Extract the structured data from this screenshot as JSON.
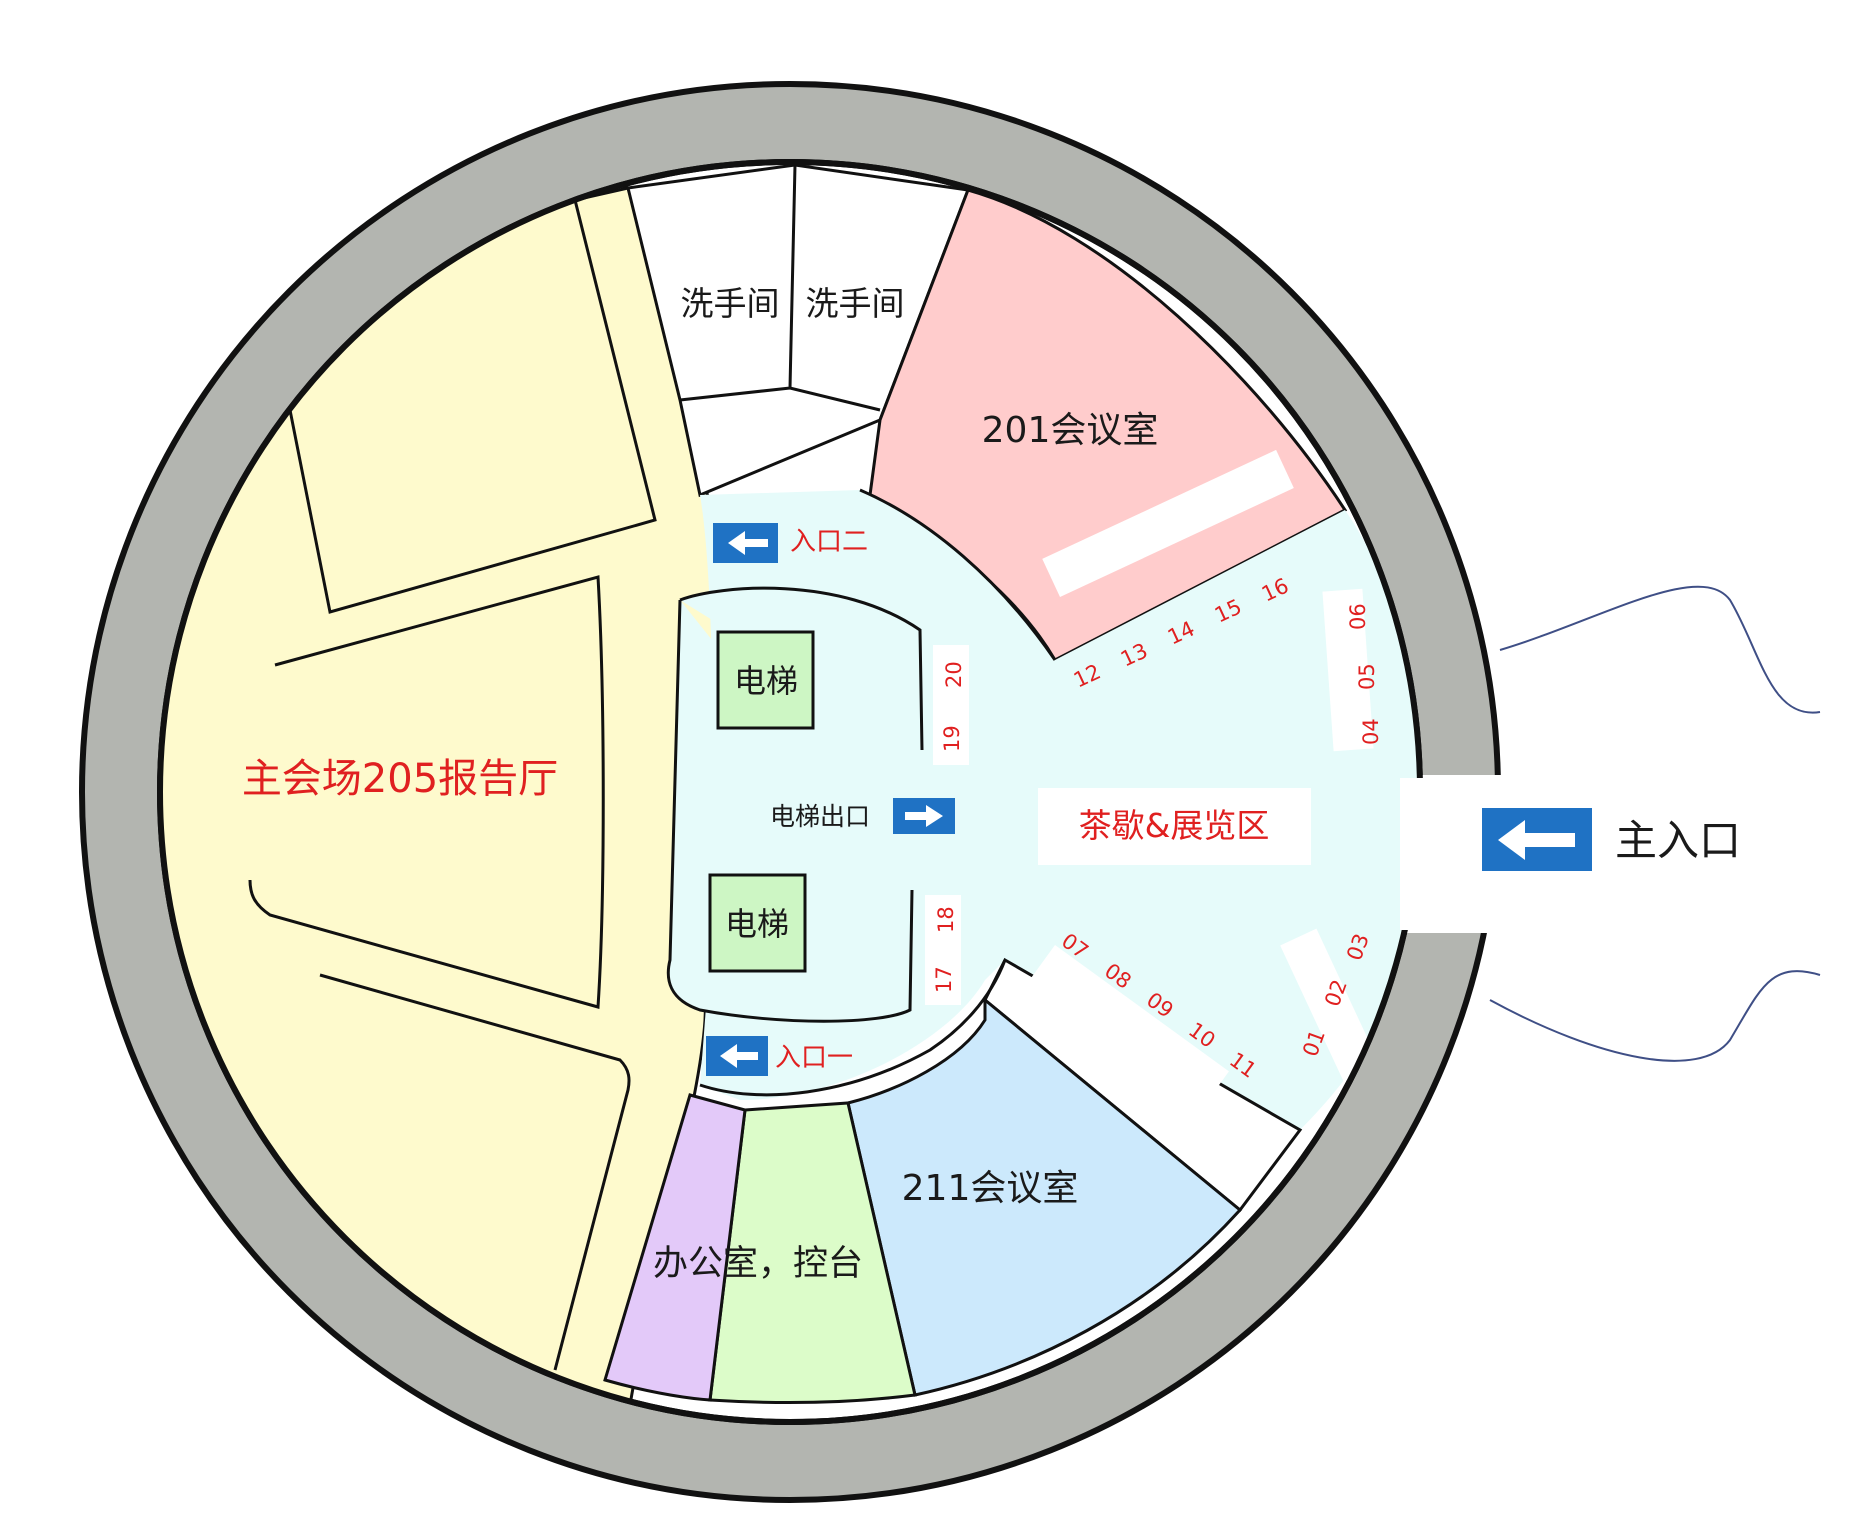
{
  "floor_map": {
    "rooms": {
      "main_hall": "主会场205报告厅",
      "meeting_201": "201会议室",
      "meeting_211": "211会议室",
      "restroom_left": "洗手间",
      "restroom_right": "洗手间",
      "office": "办公室，控台",
      "tea_exhibition": "茶歇&展览区",
      "elevator_top": "电梯",
      "elevator_bottom": "电梯"
    },
    "entrances": {
      "entrance_two": "入口二",
      "entrance_one": "入口一",
      "elevator_exit": "电梯出口",
      "main_entrance": "主入口"
    },
    "booths": [
      "01",
      "02",
      "03",
      "04",
      "05",
      "06",
      "07",
      "08",
      "09",
      "10",
      "11",
      "12",
      "13",
      "14",
      "15",
      "16",
      "17",
      "18",
      "19",
      "20"
    ]
  },
  "colors": {
    "ring": "#b3b5b0",
    "outline": "#111111",
    "main_hall": "#fefacd",
    "meeting_201": "#ffcccc",
    "meeting_211": "#cce9fc",
    "office": "#e3c9f9",
    "console": "#dcfcc9",
    "corridor": "#e6fbfa",
    "elevator": "#cdf6c4",
    "sign_blue": "#1f72c4",
    "red_text": "#e02020"
  }
}
